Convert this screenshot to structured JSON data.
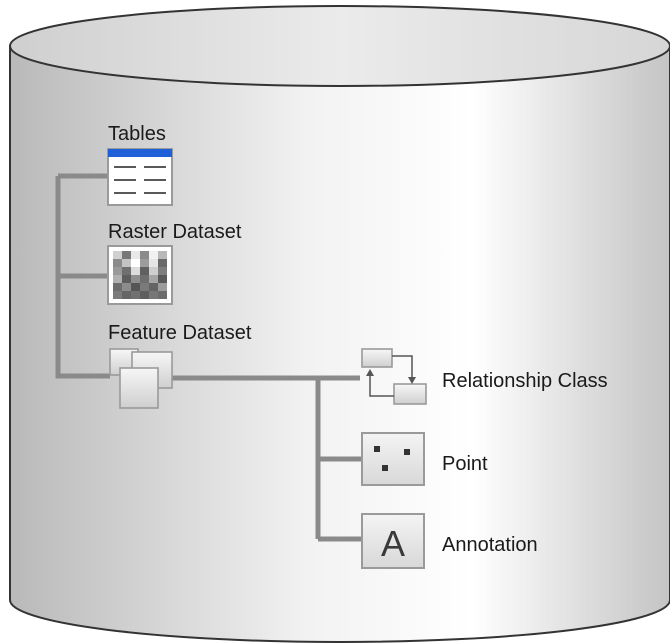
{
  "diagram": {
    "items": {
      "tables": "Tables",
      "raster_dataset": "Raster Dataset",
      "feature_dataset": "Feature Dataset",
      "relationship_class": "Relationship Class",
      "point": "Point",
      "annotation": "Annotation"
    },
    "icons": {
      "tables": "table-icon",
      "raster_dataset": "raster-icon",
      "feature_dataset": "feature-dataset-icon",
      "relationship_class": "relationship-class-icon",
      "point": "point-icon",
      "annotation": "annotation-icon"
    },
    "annotation_glyph": "A",
    "colors": {
      "connector": "#8a8a8a",
      "table_header": "#1f5fd8",
      "cylinder_outline": "#333333"
    }
  }
}
